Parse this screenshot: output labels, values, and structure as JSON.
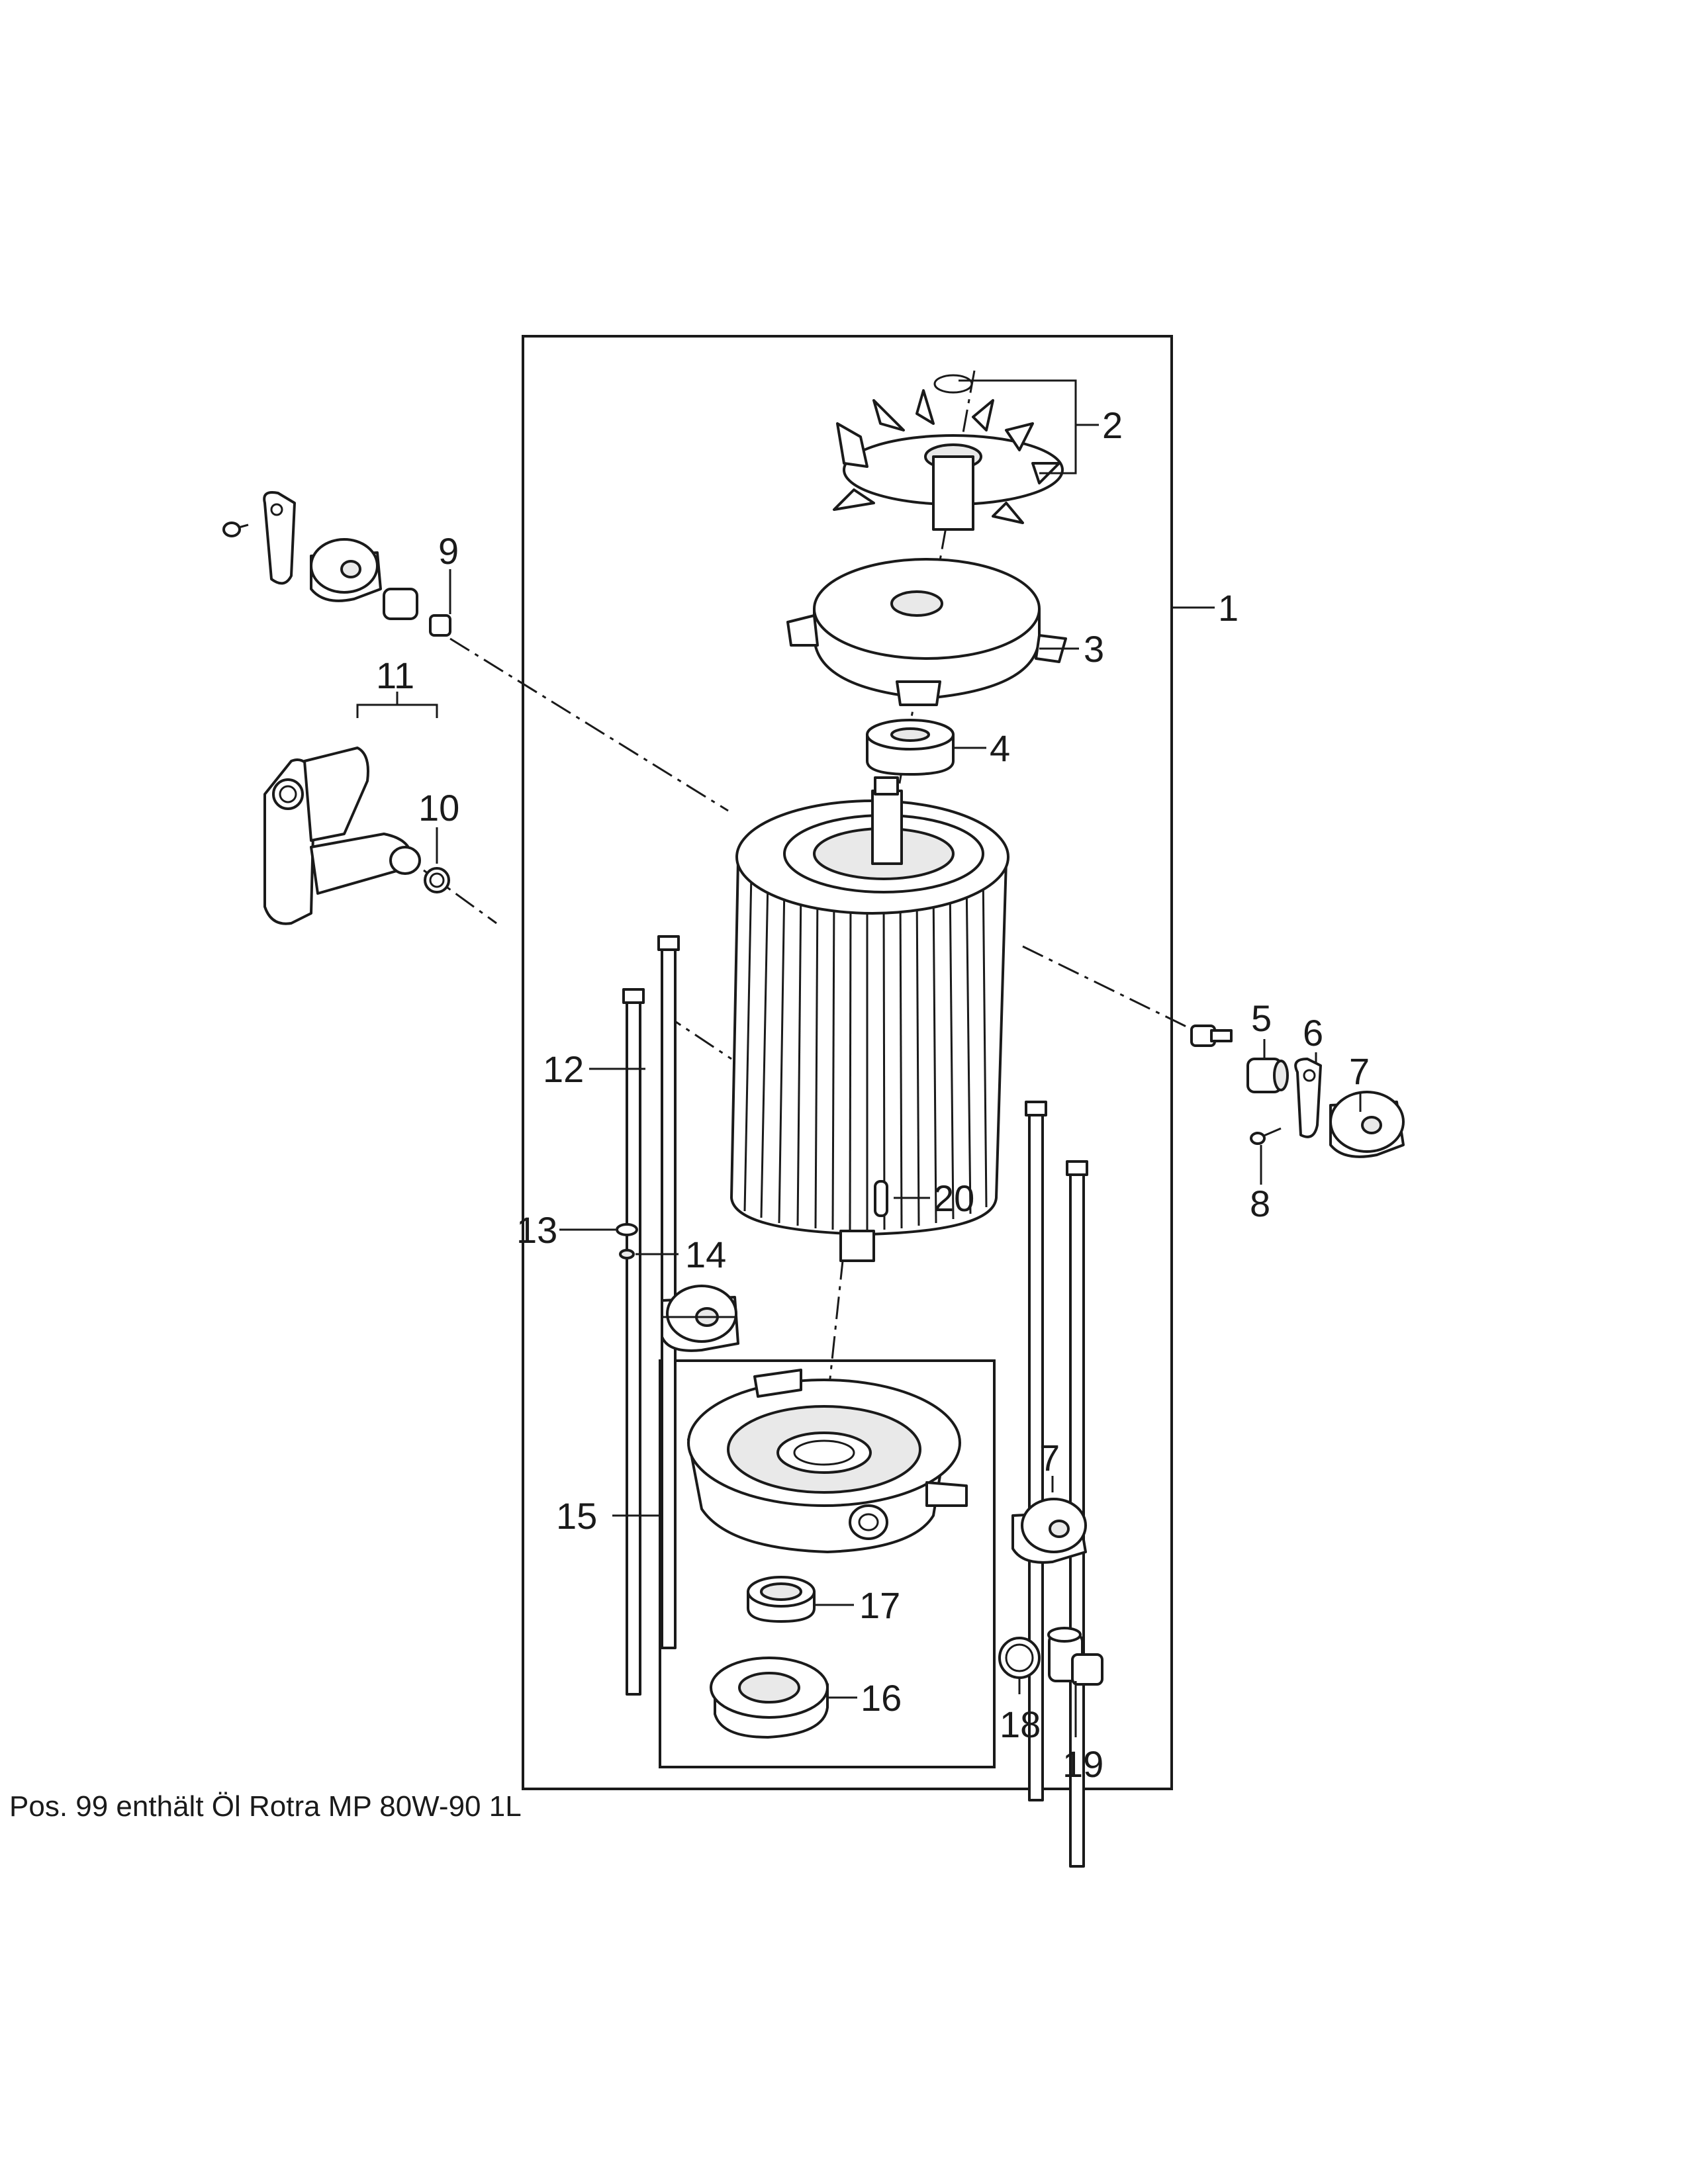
{
  "callouts": {
    "c1": "1",
    "c2": "2",
    "c3": "3",
    "c4": "4",
    "c5": "5",
    "c6": "6",
    "c7a": "7",
    "c7b": "7",
    "c8": "8",
    "c9": "9",
    "c10": "10",
    "c11": "11",
    "c12": "12",
    "c13": "13",
    "c14": "14",
    "c15": "15",
    "c16": "16",
    "c17": "17",
    "c18": "18",
    "c19": "19",
    "c20": "20"
  },
  "footnote": "Pos. 99 enthält Öl Rotra MP 80W-90 1L"
}
